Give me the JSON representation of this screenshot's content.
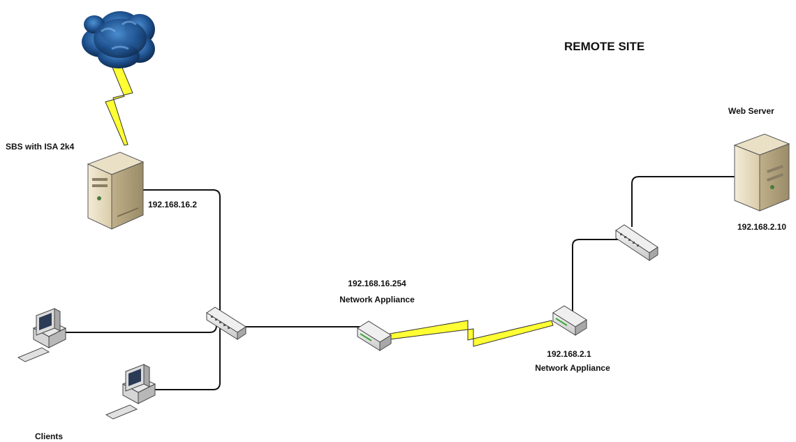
{
  "title": "REMOTE SITE",
  "labels": {
    "sbs": "SBS with ISA 2k4",
    "sbs_ip": "192.168.16.2",
    "web_server": "Web Server",
    "web_ip": "192.168.2.10",
    "local_appliance_ip": "192.168.16.254",
    "local_appliance_name": "Network Appliance",
    "remote_appliance_ip": "192.168.2.1",
    "remote_appliance_name": "Network Appliance",
    "clients": "Clients"
  },
  "colors": {
    "link": "#111111",
    "lightning": "#ffff33",
    "cloud": "#2c5fa0"
  },
  "icons": [
    "cloud-icon",
    "server-icon",
    "switch-icon",
    "router-icon",
    "client-pc-icon",
    "lightning-icon"
  ]
}
